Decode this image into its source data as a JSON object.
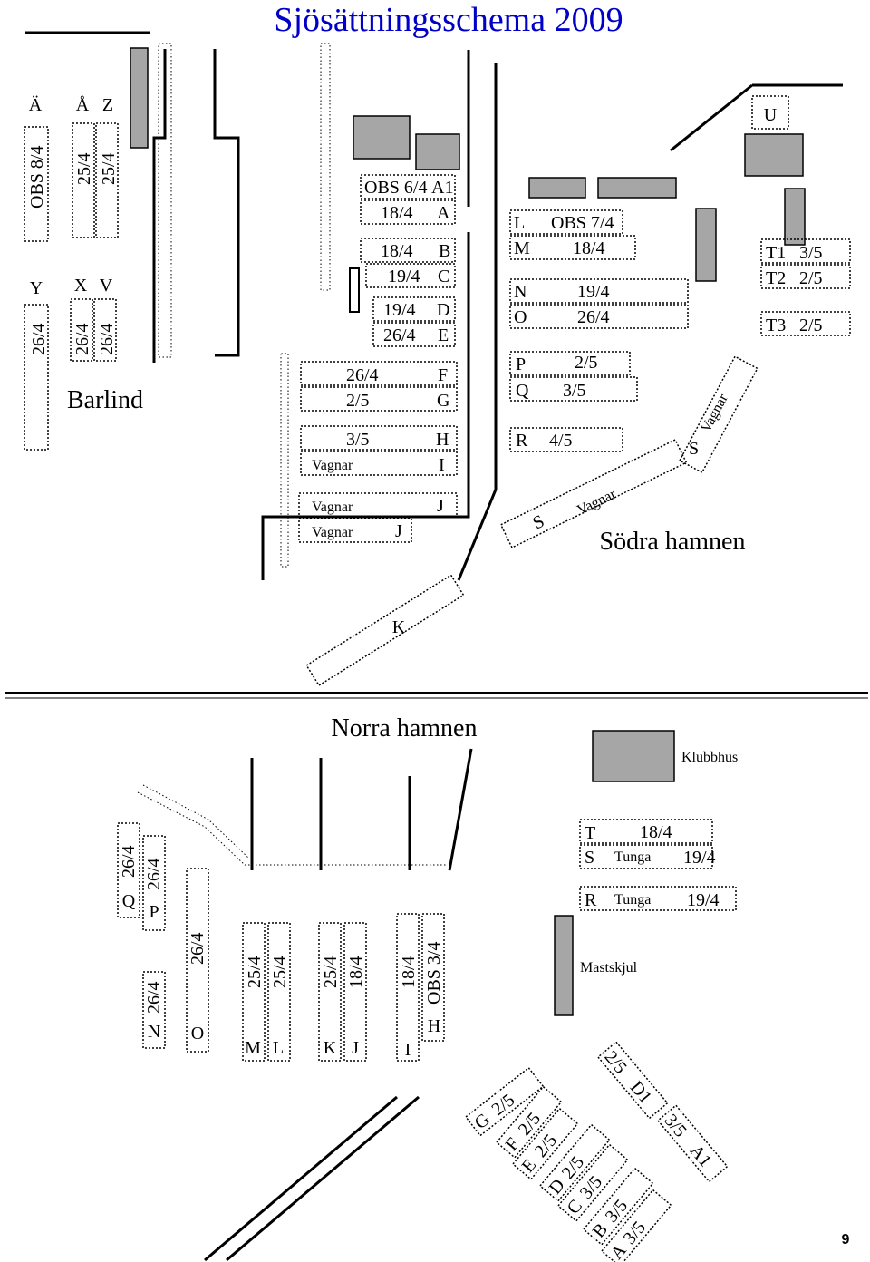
{
  "title": "Sjösättningsschema 2009",
  "page_number": "9",
  "colors": {
    "blue": "#0000c8",
    "red": "#c00000",
    "black": "#000000",
    "grey": "#a6a6a6"
  },
  "areas": {
    "barlind": "Barlind",
    "sodra": "Södra hamnen",
    "norra": "Norra hamnen",
    "klubbhus": "Klubbhus",
    "mastskjul": "Mastskjul"
  },
  "letters": {
    "ae": "Ä",
    "aa": "Å",
    "z": "Z",
    "y": "Y",
    "x": "X",
    "v": "V",
    "sA1": "A1",
    "sA": "A",
    "sB": "B",
    "sC": "C",
    "sD": "D",
    "sE": "E",
    "sF": "F",
    "sG": "G",
    "sH": "H",
    "sI": "I",
    "sJ": "J",
    "sJ2": "J",
    "sL": "L",
    "sM": "M",
    "sN": "N",
    "sO": "O",
    "sP": "P",
    "sQ": "Q",
    "sR": "R",
    "sS": "S",
    "sS2": "S",
    "sU": "U",
    "sT1": "T1",
    "sT2": "T2",
    "sT3": "T3",
    "sK": "K",
    "nQ": "Q",
    "nP": "P",
    "nN": "N",
    "nO": "O",
    "nM": "M",
    "nL": "L",
    "nK": "K",
    "nJ": "J",
    "nI": "I",
    "nH": "H",
    "nT": "T",
    "nS": "S",
    "nR": "R",
    "nG": "G",
    "nF": "F",
    "nE": "E",
    "nD": "D",
    "nC": "C",
    "nB": "B",
    "nA": "A",
    "nD1": "D1",
    "nA1": "A1"
  },
  "dates": {
    "obs84": "OBS 8/4",
    "aa254": "25/4",
    "z254": "25/4",
    "y264": "26/4",
    "x264": "26/4",
    "v264": "26/4",
    "obs64": "OBS 6/4",
    "a184": "18/4",
    "b184": "18/4",
    "c194": "19/4",
    "d194": "19/4",
    "e264": "26/4",
    "f264": "26/4",
    "g25": "2/5",
    "h35": "3/5",
    "i_vag": "Vagnar",
    "j_vag": "Vagnar",
    "j2_vag": "Vagnar",
    "obs74": "OBS 7/4",
    "m184": "18/4",
    "n194": "19/4",
    "o264": "26/4",
    "p25": "2/5",
    "q35": "3/5",
    "r45": "4/5",
    "s_vag": "Vagnar",
    "s2_vag": "Vagnar",
    "t1": "3/5",
    "t2": "2/5",
    "t3": "2/5",
    "nq264": "26/4",
    "np264": "26/4",
    "nn264": "26/4",
    "no264": "26/4",
    "nm254": "25/4",
    "nl254": "25/4",
    "nk254": "25/4",
    "nj184": "18/4",
    "ni184": "18/4",
    "nhobs": "OBS 3/4",
    "nt184": "18/4",
    "ns194": "19/4",
    "nr194": "19/4",
    "tunga1": "Tunga",
    "tunga2": "Tunga",
    "ng25": "2/5",
    "nf25": "2/5",
    "ne25": "2/5",
    "nd25": "2/5",
    "nc35": "3/5",
    "nb35": "3/5",
    "na35": "3/5",
    "nd125": "2/5",
    "na135": "3/5"
  }
}
